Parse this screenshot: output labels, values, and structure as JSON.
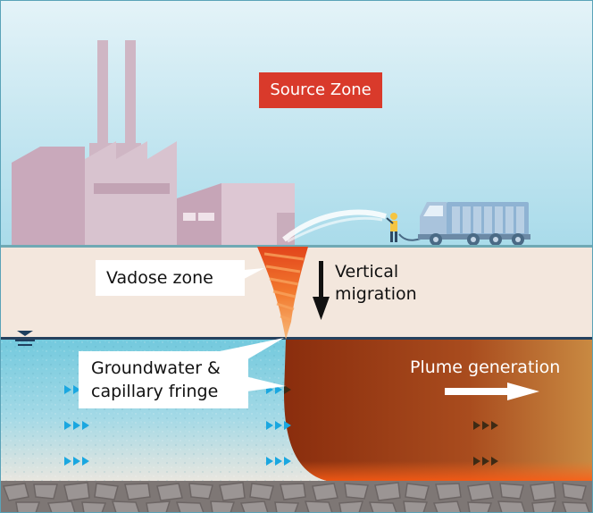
{
  "labels": {
    "source_zone": "Source Zone",
    "vadose_zone": "Vadose zone",
    "vertical_migration": [
      "Vertical",
      "migration"
    ],
    "groundwater": [
      "Groundwater &",
      "capillary fringe"
    ],
    "plume_generation": "Plume generation"
  },
  "icons": [
    "water-table-icon",
    "flow-arrow-icon",
    "plume-arrow-icon",
    "down-arrow-icon",
    "factory-icon",
    "truck-icon",
    "worker-icon"
  ],
  "colors": {
    "sky_top": "#d8eef5",
    "sky_bottom": "#a9dbea",
    "vadose": "#f4e7dd",
    "groundwater": "#7fcfe1",
    "source_label": "#d93a2b",
    "plume_dark": "#8b3a12",
    "plume_light": "#c8551e",
    "flow_arrows": "#1aa7e0",
    "bedrock": "#8a8483"
  }
}
